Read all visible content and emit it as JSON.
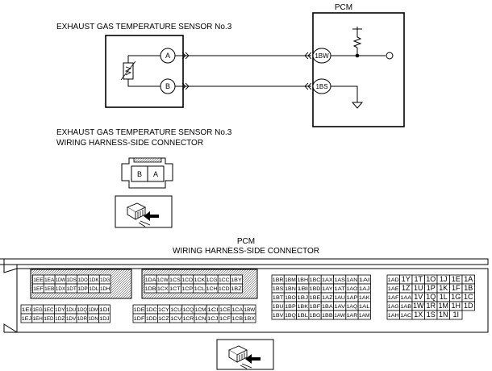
{
  "schematic": {
    "sensor_title": "EXHAUST GAS TEMPERATURE SENSOR No.3",
    "pcm_title": "PCM",
    "sensor_pins": [
      "A",
      "B"
    ],
    "pcm_pins": [
      "1BW",
      "1BS"
    ]
  },
  "sensor_connector": {
    "title_line1": "EXHAUST GAS TEMPERATURE SENSOR No.3",
    "title_line2": "WIRING HARNESS-SIDE CONNECTOR",
    "pins": [
      "B",
      "A"
    ]
  },
  "pcm_connector": {
    "title_line1": "PCM",
    "title_line2": "WIRING HARNESS-SIDE CONNECTOR",
    "blocks": [
      {
        "rows": [
          [
            "1EE",
            "1EA",
            "1DW",
            "1DS",
            "1DO",
            "1DK",
            "1DG"
          ],
          [
            "1EF",
            "1EB",
            "1DX",
            "1DT",
            "1DP",
            "1DL",
            "1DH"
          ],
          [
            "1EI",
            "1EG",
            "1EC",
            "1DY",
            "1DU",
            "1DQ",
            "1DM",
            "1DI"
          ],
          [
            "1EJ",
            "1EH",
            "1ED",
            "1DZ",
            "1DV",
            "1DR",
            "1DN",
            "1DJ"
          ]
        ]
      },
      {
        "rows": [
          [
            "1DA",
            "1CW",
            "1CS",
            "1CO",
            "1CK",
            "1CG",
            "1CC",
            "1BY"
          ],
          [
            "1DB",
            "1CX",
            "1CT",
            "1CP",
            "1CL",
            "1CH",
            "1CD",
            "1BZ"
          ],
          [
            "1DE",
            "1DC",
            "1CY",
            "1CU",
            "1CQ",
            "1CM",
            "1CI",
            "1CE",
            "1CA",
            "1BW"
          ],
          [
            "1DF",
            "1DD",
            "1CZ",
            "1CV",
            "1CR",
            "1CN",
            "1CJ",
            "1CF",
            "1CB",
            "1BX"
          ]
        ]
      },
      {
        "rows": [
          [
            "1BR",
            "1BM",
            "1BH",
            "1BC",
            "1AX",
            "1AS",
            "1AN",
            "1AI"
          ],
          [
            "1BS",
            "1BN",
            "1BI",
            "1BD",
            "1AY",
            "1AT",
            "1AO",
            "1AJ"
          ],
          [
            "1BT",
            "1BO",
            "1BJ",
            "1BE",
            "1AZ",
            "1AU",
            "1AP",
            "1AK"
          ],
          [
            "1BU",
            "1BP",
            "1BK",
            "1BF",
            "1BA",
            "1AV",
            "1AQ",
            "1AL"
          ],
          [
            "1BV",
            "1BQ",
            "1BL",
            "1BG",
            "1BB",
            "1AW",
            "1AR",
            "1AM"
          ]
        ]
      },
      {
        "rows": [
          [
            "1AD",
            "1Y",
            "1T",
            "1O",
            "1J",
            "1E",
            "1A"
          ],
          [
            "1AE",
            "1Z",
            "1U",
            "1P",
            "1K",
            "1F",
            "1B"
          ],
          [
            "1AF",
            "1AA",
            "1V",
            "1Q",
            "1L",
            "1G",
            "1C"
          ],
          [
            "1AG",
            "1AB",
            "1W",
            "1R",
            "1M",
            "1H",
            "1D"
          ],
          [
            "1AH",
            "1AC",
            "1X",
            "1S",
            "1N",
            "1I"
          ]
        ]
      }
    ]
  }
}
